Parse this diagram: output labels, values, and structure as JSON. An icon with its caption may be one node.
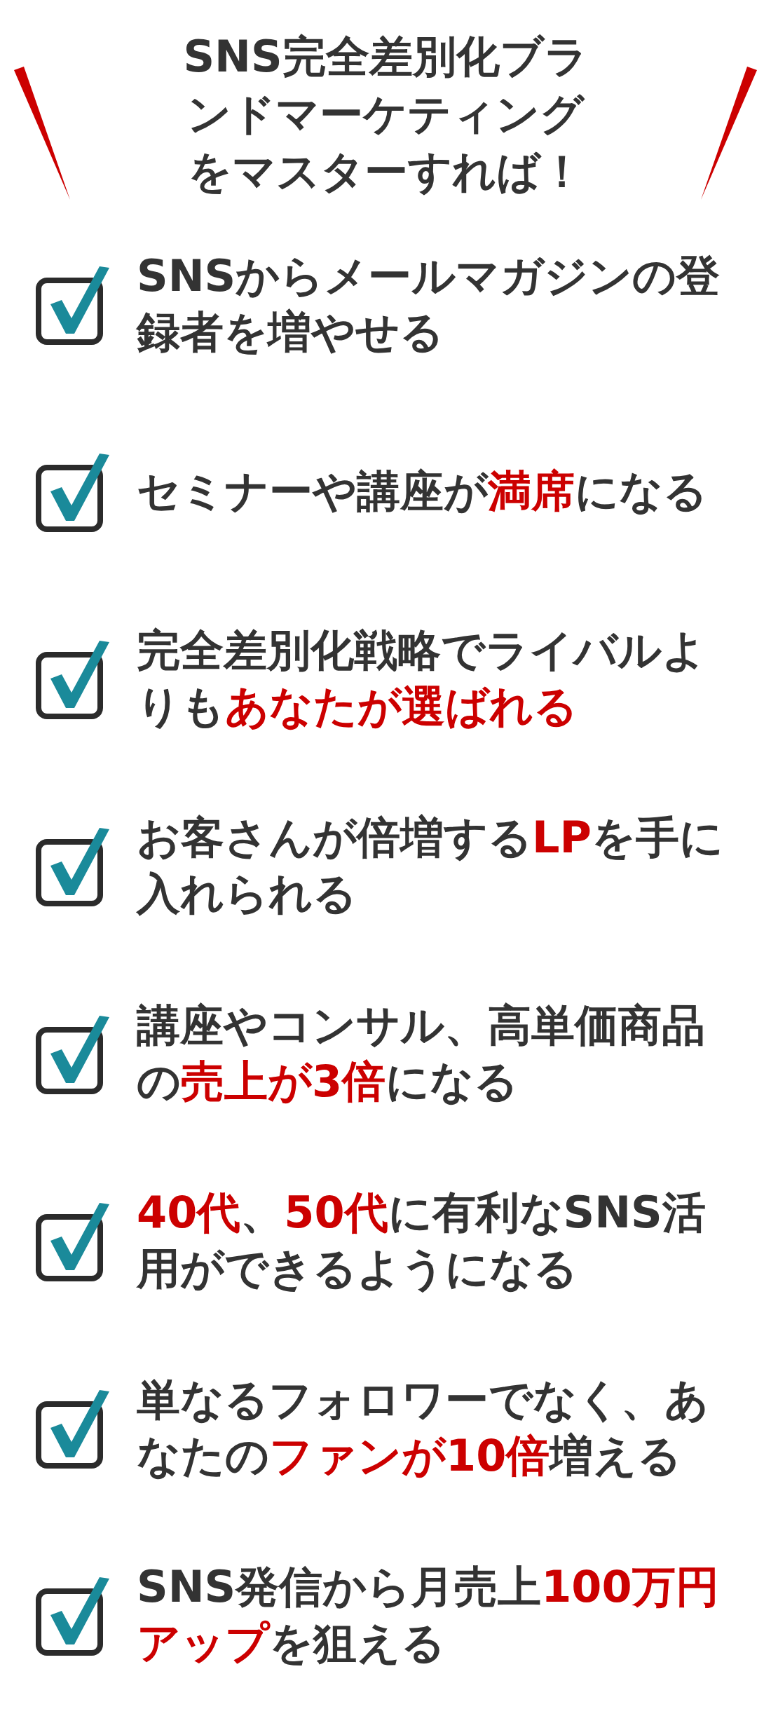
{
  "diagram": {
    "title": "SNS完全差別化ブランドマーケティングをマスターすれば！",
    "nodes": [
      {
        "text": [],
        "shape": "bar"
      },
      {
        "text": [],
        "shape": "bar"
      }
    ],
    "labels": [
      "SNSからメールマガジンの登録者を増やせる",
      "セミナーや講座が**満席**になる",
      "完全差別化戦略でライバルよりも**あなたが選ばれる**",
      "お客さんが倍増する**LP**を手に入れられる",
      "講座やコンサル、高単価商品の**売上が3倍**になる",
      "**40代**、**50代**に有利なSNS活用ができるようになる",
      "単なるフォロワーでなく、あなたの**ファンが10倍**増える",
      "SNS発信から月売上**100万円アップ**を狙える"
    ]
  }
}
